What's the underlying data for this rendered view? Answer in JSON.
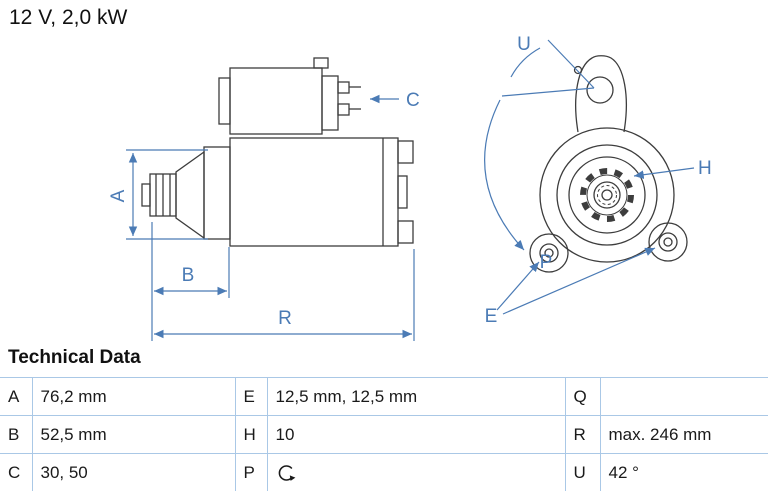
{
  "title": "12 V, 2,0 kW",
  "colors": {
    "annotation_blue": "#4b7bb5",
    "drawing_line": "#3d3d3d",
    "table_border": "#aac8e6"
  },
  "drawing": {
    "side_view_labels": {
      "A": "A",
      "B": "B",
      "C": "C",
      "R": "R"
    },
    "end_view_labels": {
      "U": "U",
      "H": "H",
      "P": "P",
      "E": "E"
    }
  },
  "technical_data": {
    "heading": "Technical Data",
    "table": {
      "rows": [
        {
          "c1k": "A",
          "c1v": "76,2 mm",
          "c2k": "E",
          "c2v": "12,5 mm, 12,5 mm",
          "c3k": "Q",
          "c3v": ""
        },
        {
          "c1k": "B",
          "c1v": "52,5 mm",
          "c2k": "H",
          "c2v": "10",
          "c3k": "R",
          "c3v": "max. 246 mm"
        },
        {
          "c1k": "C",
          "c1v": "30, 50",
          "c2k": "P",
          "c2v": "",
          "c2icon": "rotation-direction-icon",
          "c3k": "U",
          "c3v": "42 °"
        }
      ]
    }
  }
}
